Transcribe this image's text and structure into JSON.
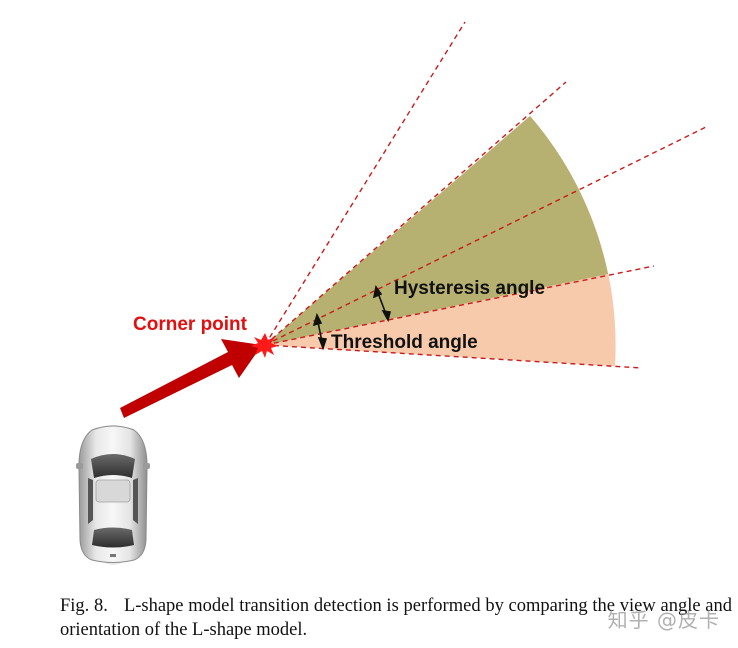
{
  "figure": {
    "labels": {
      "corner_point": "Corner point",
      "hysteresis_angle": "Hysteresis angle",
      "threshold_angle": "Threshold angle"
    },
    "colors": {
      "outer_sector": "#f7c7a8",
      "inner_sector": "#b6b071",
      "dashed_lines": "#cc1a1a",
      "arrow": "#c00000",
      "corner_label": "#e01010",
      "annotation_text": "#111111"
    },
    "icons": [
      "car-icon",
      "arrow-icon",
      "starburst-icon"
    ]
  },
  "caption": {
    "fig_number": "Fig. 8.",
    "text": "L-shape model transition detection is performed by comparing the view angle and orientation of the L-shape model."
  },
  "watermark": "知乎 @皮卡"
}
